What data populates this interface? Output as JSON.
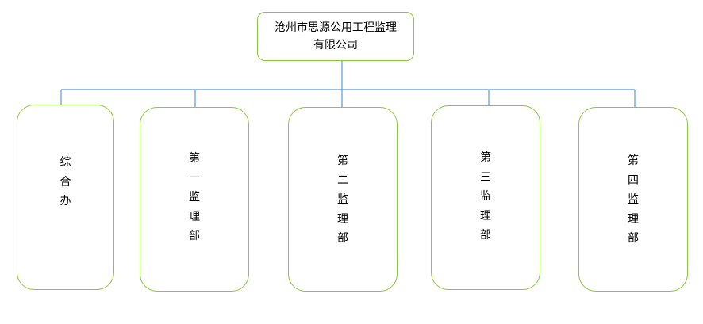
{
  "chart": {
    "root": {
      "line1": "沧州市思源公用工程监理",
      "line2": "有限公司"
    },
    "children": [
      {
        "label": "综合办"
      },
      {
        "label": "第一监理部"
      },
      {
        "label": "第二监理部"
      },
      {
        "label": "第三监理部"
      },
      {
        "label": "第四监理部"
      }
    ]
  },
  "colors": {
    "box_border": "#8cc63f",
    "connector": "#5b9bd5"
  }
}
